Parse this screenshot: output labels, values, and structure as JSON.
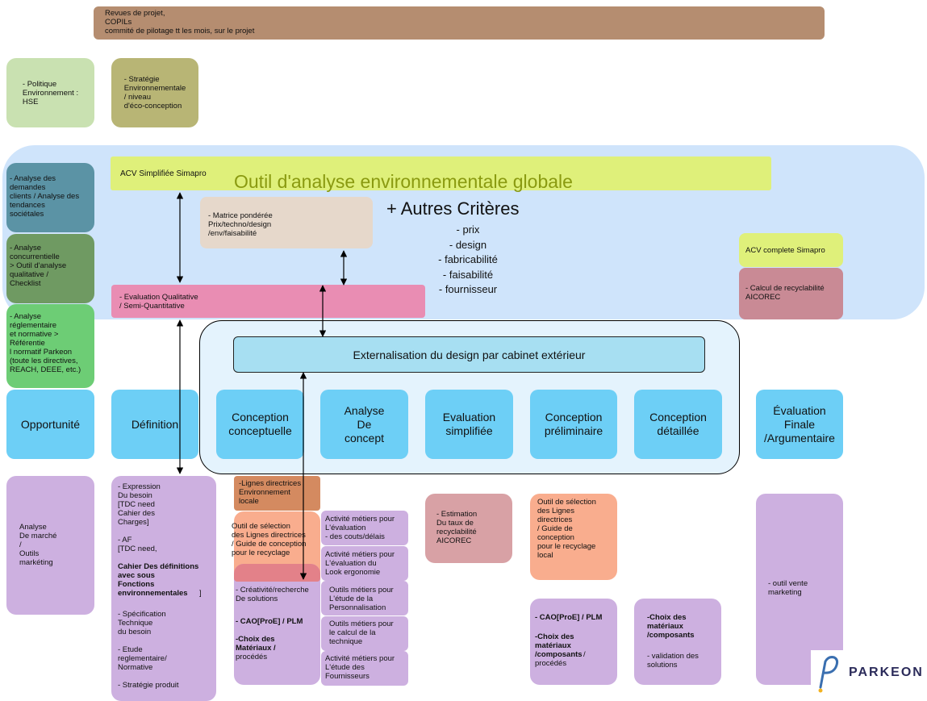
{
  "top_banner": "Revues de projet,\nCOPILs\ncommité de pilotage tt les mois, sur le projet",
  "left_top": {
    "politique": "- Politique\nEnvironnement :\n  HSE",
    "strategie": "- Stratégie\nEnvironnementale\n  / niveau\nd'éco-conception"
  },
  "band": {
    "title": "Outil d'analyse environnementale globale",
    "acv_simplifiee": "ACV Simplifiée Simapro",
    "autres_criteres": "+ Autres Critères",
    "criteres_list": "- prix\n- design\n- fabricabilité\n- faisabilité\n- fournisseur",
    "matrice": "- Matrice pondérée\nPrix/techno/design\n/env/faisabilité",
    "evaluation_qualitative": "- Evaluation Qualitative\n  / Semi-Quantitative",
    "acv_complete": "ACV complete Simapro",
    "calcul_recyclabilite": "- Calcul de recyclabilité\nAICOREC"
  },
  "left_column": {
    "analyse_demandes": "- Analyse des\ndemandes\n  clients / Analyse des\n  tendances\nsociétales",
    "analyse_concurrentielle": "- Analyse\n  concurrentielle\n  > Outil d'analyse\nqualitative /\nChecklist",
    "analyse_reglementaire": "- Analyse\nréglementaire\n  et normative  >\nRéférentie\nl normatif Parkeon\n(toute les directives,\nREACH, DEEE, etc.)"
  },
  "externalisation": "Externalisation du design par cabinet extérieur",
  "phases": [
    "Opportunité",
    "Définition",
    "Conception\nconceptuelle",
    "Analyse\nDe\nconcept",
    "Evaluation\nsimplifiée",
    "Conception\npréliminaire",
    "Conception\ndétaillée",
    "Évaluation\nFinale\n/Argumentaire"
  ],
  "bottom": {
    "analyse_marche": "Analyse\nDe marché\n/\nOutils\nmarkéting",
    "definition_1": "- Expression\nDu besoin\n[TDC need\nCahier des\nCharges]\n\n- AF\n[TDC need,",
    "definition_bold": "Cahier Des définitions\navec sous\n Fonctions\n environnementales",
    "definition_bold_tail": "]",
    "definition_2": "- Spécification\nTechnique\ndu besoin\n\n- Etude\nreglementaire/\nNormative\n\n- Stratégie produit",
    "lignes_directrices": "-Lignes directrices\n  Environnement\nlocale",
    "outil_selection_1": "Outil de sélection\ndes Lignes directrices\n  / Guide de conception\npour le recyclage",
    "creativite_1": "- Créativité/recherche\nDe solutions",
    "creativite_bold1": "- CAO[ProE] / PLM",
    "creativite_bold2": "-Choix des\nMatériaux /",
    "creativite_2": "procédés",
    "activite_1": "Activité métiers pour\n L'évaluation\n  - des couts/délais",
    "activite_2": "Activité métiers pour\nL'évaluation du\nLook ergonomie",
    "activite_3": "Outils métiers pour\n L'étude de la\nPersonnalisation",
    "activite_4": "Outils métiers pour\n le calcul de la\ntechnique",
    "activite_5": "Activité métiers pour\nL'étude des\nFournisseurs",
    "estimation": "- Estimation\n Du taux de\nrecyclabilité\nAICOREC",
    "outil_selection_2": "Outil de sélection\ndes Lignes\n  directrices\n  / Guide de\n  conception\npour le recyclage\nlocal",
    "cao_1_bold1": "- CAO[ProE] / PLM",
    "cao_1_bold2": "-Choix des\nmatériaux\n/composants",
    "cao_1_tail": "/\nprocédés",
    "choix_bold": "-Choix des\nmatériaux\n/composants",
    "choix_tail": "- validation des\nsolutions",
    "outil_vente": "- outil vente\nmarketing"
  },
  "logo": "PARKEON",
  "colors": {
    "band": "#cfe4fb",
    "acv_simplifiee": "#dff07a",
    "phase": "#6dcff6",
    "purple": "#cdb0e0",
    "salmon": "#f9ad8e",
    "pink": "#e98db3",
    "banner": "#b58d70"
  }
}
